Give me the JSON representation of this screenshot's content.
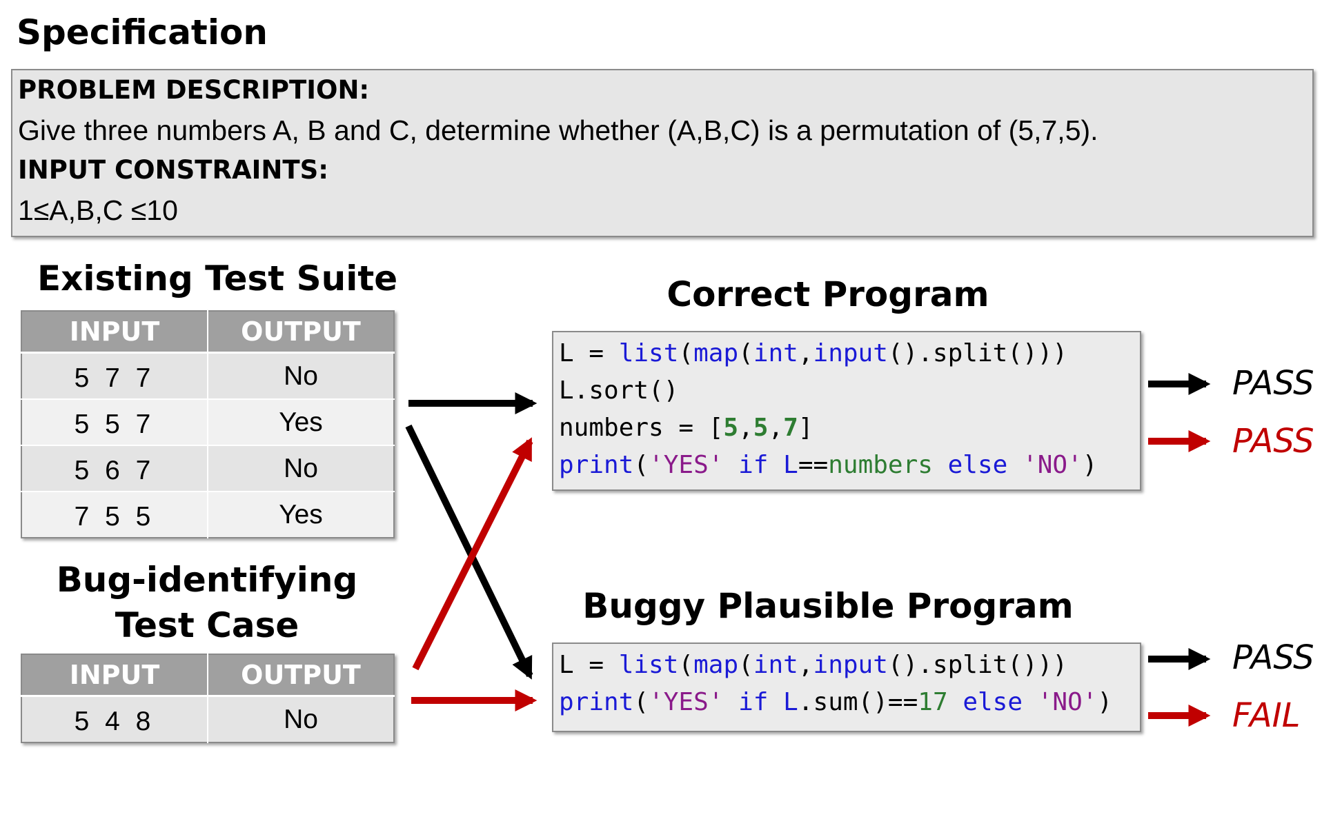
{
  "specification": {
    "title": "Specification",
    "problem_label": "PROBLEM DESCRIPTION:",
    "problem_text": "Give three numbers A, B and C, determine whether (A,B,C) is a permutation of (5,7,5).",
    "constraints_label": "INPUT CONSTRAINTS:",
    "constraints_text": "1≤A,B,C ≤10"
  },
  "existing_suite": {
    "title": "Existing Test Suite",
    "headers": [
      "INPUT",
      "OUTPUT"
    ],
    "rows": [
      {
        "input": "5 7 7",
        "output": "No"
      },
      {
        "input": "5 5 7",
        "output": "Yes"
      },
      {
        "input": "5 6 7",
        "output": "No"
      },
      {
        "input": "7 5 5",
        "output": "Yes"
      }
    ]
  },
  "bug_case": {
    "title_line1": "Bug-identifying",
    "title_line2": "Test Case",
    "headers": [
      "INPUT",
      "OUTPUT"
    ],
    "rows": [
      {
        "input": "5 4 8",
        "output": "No"
      }
    ]
  },
  "correct_program": {
    "title": "Correct Program",
    "code": {
      "l1": [
        "L = ",
        "list",
        "(",
        "map",
        "(",
        "int",
        ",",
        "input",
        "().split()))"
      ],
      "l2": "L.sort()",
      "l3": [
        "numbers = [",
        "5",
        ",",
        "5",
        ",",
        "7",
        "]"
      ],
      "l4": [
        "print",
        "(",
        "'YES'",
        " ",
        "if",
        " ",
        "L",
        "==",
        "numbers",
        " ",
        "else",
        " ",
        "'NO'",
        ")"
      ]
    },
    "verdict_existing": "PASS",
    "verdict_bug": "PASS"
  },
  "buggy_program": {
    "title": "Buggy Plausible Program",
    "code": {
      "l1": [
        "L = ",
        "list",
        "(",
        "map",
        "(",
        "int",
        ",",
        "input",
        "().split()))"
      ],
      "l2": [
        "print",
        "(",
        "'YES'",
        " ",
        "if",
        " ",
        "L",
        ".",
        "sum",
        "()==",
        "17",
        " ",
        "else",
        " ",
        "'NO'",
        ")"
      ]
    },
    "verdict_existing": "PASS",
    "verdict_bug": "FAIL"
  },
  "colors": {
    "existing_arrow": "#000000",
    "bug_arrow": "#c00000",
    "keyword": "#1a1ad6",
    "string": "#8a1a8a",
    "number": "#2e7d32"
  }
}
